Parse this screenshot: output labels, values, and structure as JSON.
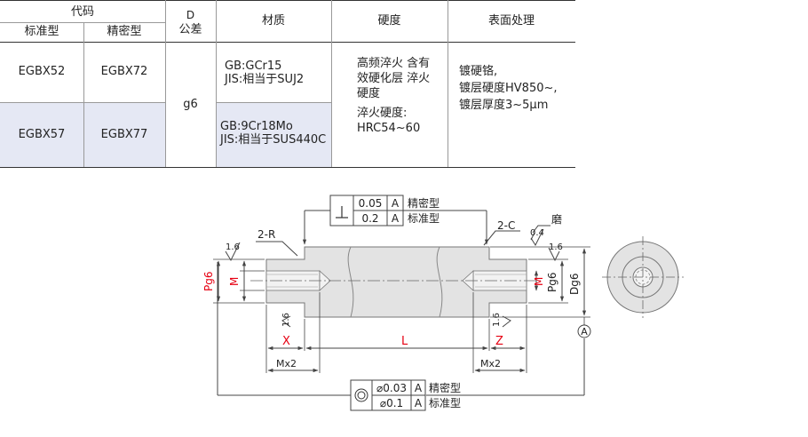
{
  "table": {
    "header": {
      "code": "代码",
      "standard": "标准型",
      "precision": "精密型",
      "d_line1": "D",
      "d_line2": "公差",
      "material": "材质",
      "hardness": "硬度",
      "surface": "表面处理"
    },
    "rows": [
      {
        "standard": "EGBX52",
        "precision": "EGBX72",
        "material_1": "GB:GCr15",
        "material_2": "JIS:相当于SUJ2",
        "hardness_1": "高频淬火 含有",
        "hardness_2": "效硬化层 淬火",
        "hardness_3": "硬度"
      },
      {
        "standard": "EGBX57",
        "precision": "EGBX77",
        "material_1": "GB:9Cr18Mo",
        "material_2": "JIS:相当于SUS440C",
        "hardness_1": "淬火硬度:",
        "hardness_2": "HRC54~60"
      }
    ],
    "tolerance": "g6",
    "surface_1": "镀硬铬,",
    "surface_2": "镀层硬度HV850~,",
    "surface_3": "镀层厚度3~5μm"
  },
  "drawing": {
    "perp_precision_value": "0.05",
    "perp_standard_value": "0.2",
    "datum": "A",
    "precision_label": "精密型",
    "standard_label": "标准型",
    "conc_precision_value": "⌀0.03",
    "conc_standard_value": "⌀0.1",
    "chamfer_left": "2-R",
    "chamfer_right": "2-C",
    "grind_label": "磨",
    "rough_16": "1.6",
    "rough_04": "0.4",
    "dim_pg6": "Pg6",
    "dim_m": "M",
    "dim_dg6": "Dg6",
    "dim_x": "X",
    "dim_l": "L",
    "dim_z": "Z",
    "dim_mx2": "Mx2",
    "datum_circle": "A"
  },
  "colors": {
    "shade": "#e5e8f4",
    "red_dims": "#e60012",
    "part_fill": "#e3e3e3"
  }
}
